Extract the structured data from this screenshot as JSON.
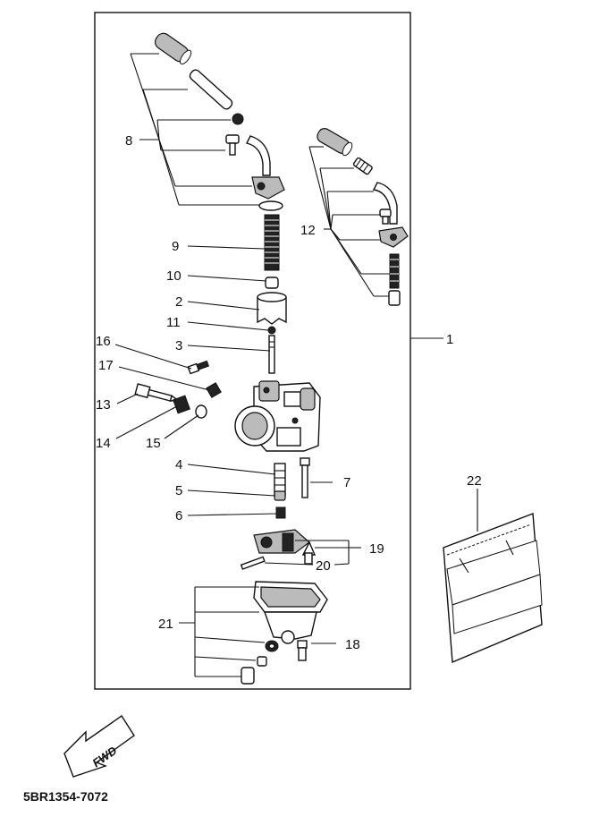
{
  "callouts": {
    "c1": "1",
    "c2": "2",
    "c3": "3",
    "c4": "4",
    "c5": "5",
    "c6": "6",
    "c7": "7",
    "c8": "8",
    "c9": "9",
    "c10": "10",
    "c11": "11",
    "c12": "12",
    "c13": "13",
    "c14": "14",
    "c15": "15",
    "c16": "16",
    "c17": "17",
    "c18": "18",
    "c19": "19",
    "c20": "20",
    "c21": "21",
    "c22": "22"
  },
  "fwd_label": "FWD",
  "diagram_code": "5BR1354-7072"
}
